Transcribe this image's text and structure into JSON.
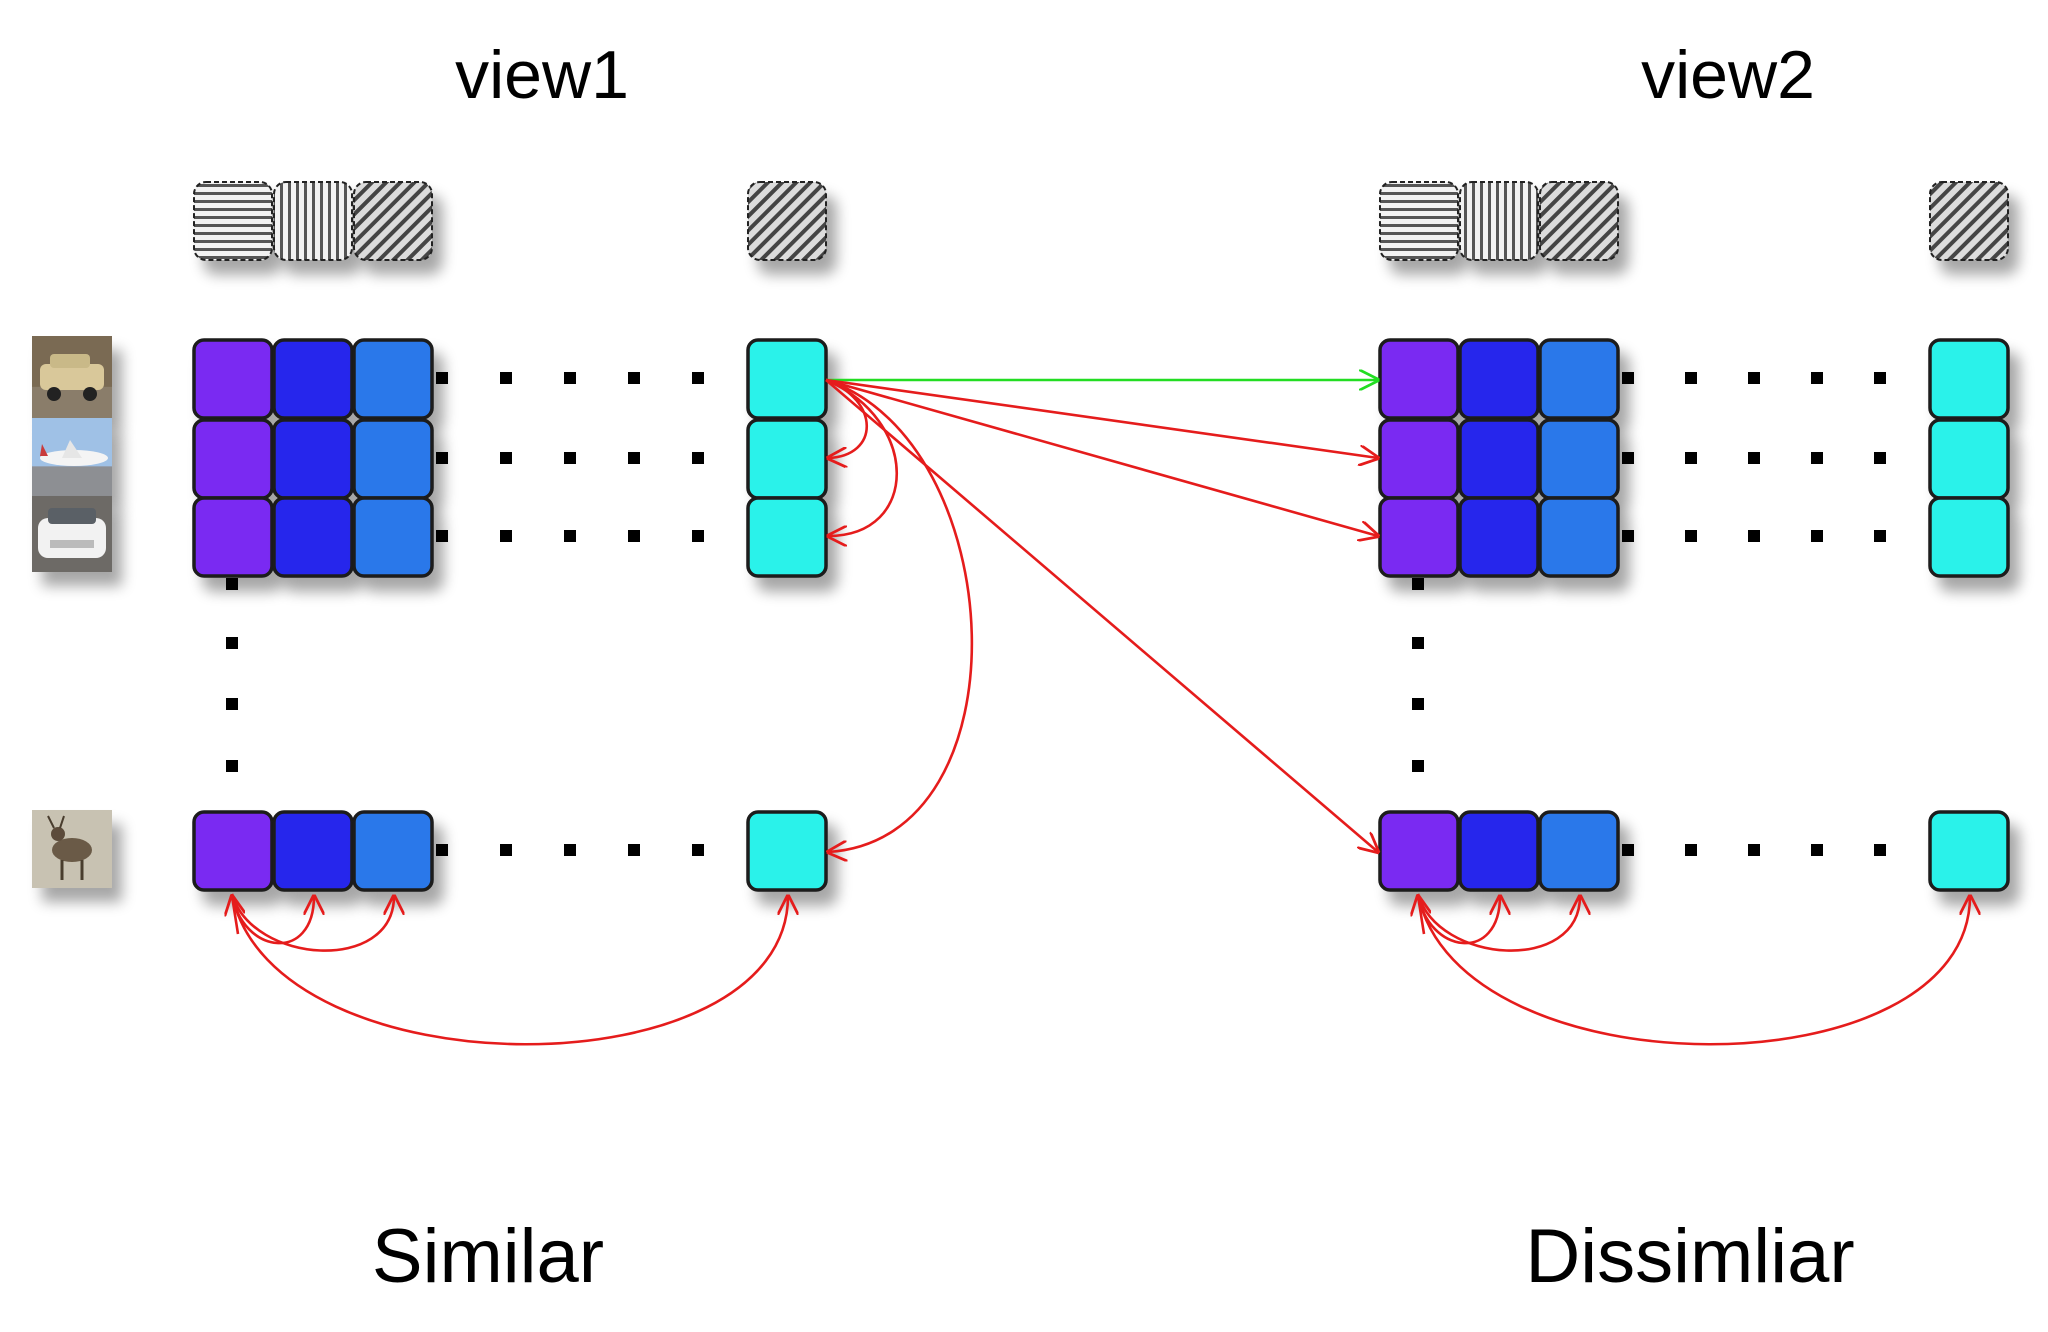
{
  "views": [
    {
      "title": "view1"
    },
    {
      "title": "view2"
    }
  ],
  "legend": {
    "similar": {
      "label": "Similar",
      "color": "#22dd22"
    },
    "dissimilar": {
      "label": "Dissimliar",
      "color": "#e51c1c"
    }
  },
  "thumbnails": [
    {
      "icon": "vintage-car-thumbnail"
    },
    {
      "icon": "airplane-thumbnail"
    },
    {
      "icon": "white-car-thumbnail"
    },
    {
      "icon": "deer-thumbnail"
    }
  ],
  "colors": {
    "cell_feature_1": "#7a2cf2",
    "cell_feature_2": "#2727ec",
    "cell_feature_3": "#2a78ea",
    "cell_last": "#2cf2ea",
    "cell_border": "#1a1a1a",
    "positive_arrow": "#22dd22",
    "negative_arrow": "#e51c1c"
  }
}
